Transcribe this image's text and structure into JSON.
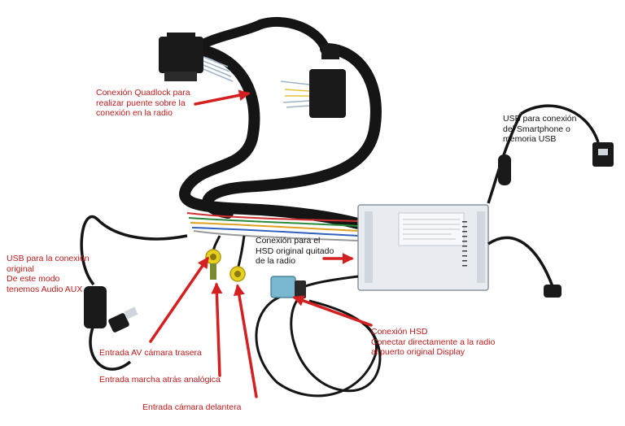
{
  "labels": {
    "quadlock": "Conexión Quadlock para\nrealizar puente sobre la\nconexión en la radio",
    "usb_smartphone": "USB para conexión\ndel Smartphone o\nmemoria USB",
    "hsd_original": "Conexión para el\nHSD original quitado\nde la radio",
    "usb_original": "USB para la conexión\noriginal\nDe este modo\ntenemos Audio AUX",
    "hsd_connect": "Conexión HSD\nConectar directamente a la radio\nal puerto original Display",
    "av_rear_camera": "Entrada AV cámara trasera",
    "reverse_analog": "Entrada marcha atrás analógica",
    "front_camera": "Entrada cámara delantera"
  },
  "colors": {
    "annotation_text": "#c21a1a",
    "arrow": "#d42020",
    "cable": "#151515",
    "module_body": "#e8ecf1",
    "label_text": "#111111"
  }
}
